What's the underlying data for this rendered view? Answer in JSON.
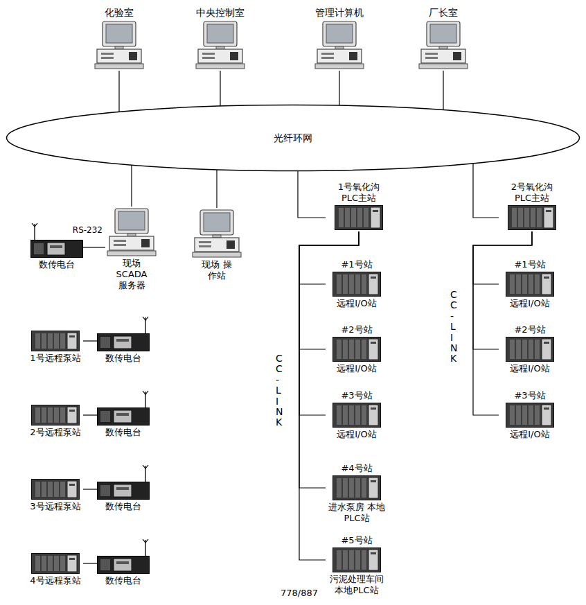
{
  "diagram": {
    "nodes": [
      {
        "text": [
          "化验室"
        ]
      },
      {
        "text": [
          "中央控制室"
        ]
      },
      {
        "text": [
          "管理计算机"
        ]
      },
      {
        "text": [
          "厂长室"
        ]
      },
      {
        "text": [
          "光纤环网"
        ]
      },
      {
        "text": [
          "数传电台"
        ]
      },
      {
        "text": [
          "现场 SCADA 服务器"
        ]
      },
      {
        "text": [
          "现场 操作站"
        ]
      },
      {
        "text": [
          "1号氧化沟 PLC主站"
        ]
      },
      {
        "text": [
          "2号氧化沟 PLC主站"
        ]
      },
      {
        "text": [
          "1号远程泵站"
        ]
      },
      {
        "text": [
          "数传电台"
        ]
      },
      {
        "text": [
          "2号远程泵站"
        ]
      },
      {
        "text": [
          "数传电台"
        ]
      },
      {
        "text": [
          "3号远程泵站"
        ]
      },
      {
        "text": [
          "数传电台"
        ]
      },
      {
        "text": [
          "4号远程泵站"
        ]
      },
      {
        "text": [
          "数传电台"
        ]
      },
      {
        "text": [
          "#1号站",
          "远程I/O站"
        ]
      },
      {
        "text": [
          "#2号站",
          "远程I/O站"
        ]
      },
      {
        "text": [
          "#3号站",
          "远程I/O站"
        ]
      },
      {
        "text": [
          "#4号站",
          "进水泵房 本地PLC站"
        ]
      },
      {
        "text": [
          "#5号站",
          "污泥处理车间 本地PLC站"
        ]
      },
      {
        "text": [
          "#1号站",
          "远程I/O站"
        ]
      },
      {
        "text": [
          "#2号站",
          "远程I/O站"
        ]
      },
      {
        "text": [
          "#3号站",
          "远程I/O站"
        ]
      }
    ],
    "edges": [
      {
        "from": 0,
        "to": 4,
        "arrow": "none"
      },
      {
        "from": 1,
        "to": 4,
        "arrow": "none"
      },
      {
        "from": 2,
        "to": 4,
        "arrow": "none"
      },
      {
        "from": 3,
        "to": 4,
        "arrow": "none"
      },
      {
        "from": 4,
        "to": 6,
        "arrow": "none"
      },
      {
        "from": 4,
        "to": 7,
        "arrow": "none"
      },
      {
        "from": 4,
        "to": 8,
        "arrow": "none"
      },
      {
        "from": 4,
        "to": 9,
        "arrow": "none"
      },
      {
        "from": 5,
        "to": 6,
        "label": "RS-232",
        "arrow": "none"
      },
      {
        "from": 10,
        "to": 11,
        "arrow": "none"
      },
      {
        "from": 12,
        "to": 13,
        "arrow": "none"
      },
      {
        "from": 14,
        "to": 15,
        "arrow": "none"
      },
      {
        "from": 16,
        "to": 17,
        "arrow": "none"
      },
      {
        "from": 8,
        "to": 18,
        "arrow": "none"
      },
      {
        "from": 8,
        "to": 19,
        "arrow": "none"
      },
      {
        "from": 8,
        "to": 20,
        "arrow": "none"
      },
      {
        "from": 8,
        "to": 21,
        "arrow": "none"
      },
      {
        "from": 8,
        "to": 22,
        "arrow": "none"
      },
      {
        "from": 9,
        "to": 23,
        "arrow": "none"
      },
      {
        "from": 9,
        "to": 24,
        "arrow": "none"
      },
      {
        "from": 9,
        "to": 25,
        "arrow": "none"
      }
    ],
    "labels": [
      "CC-LINK",
      "CC-LINK",
      "778/887"
    ]
  }
}
